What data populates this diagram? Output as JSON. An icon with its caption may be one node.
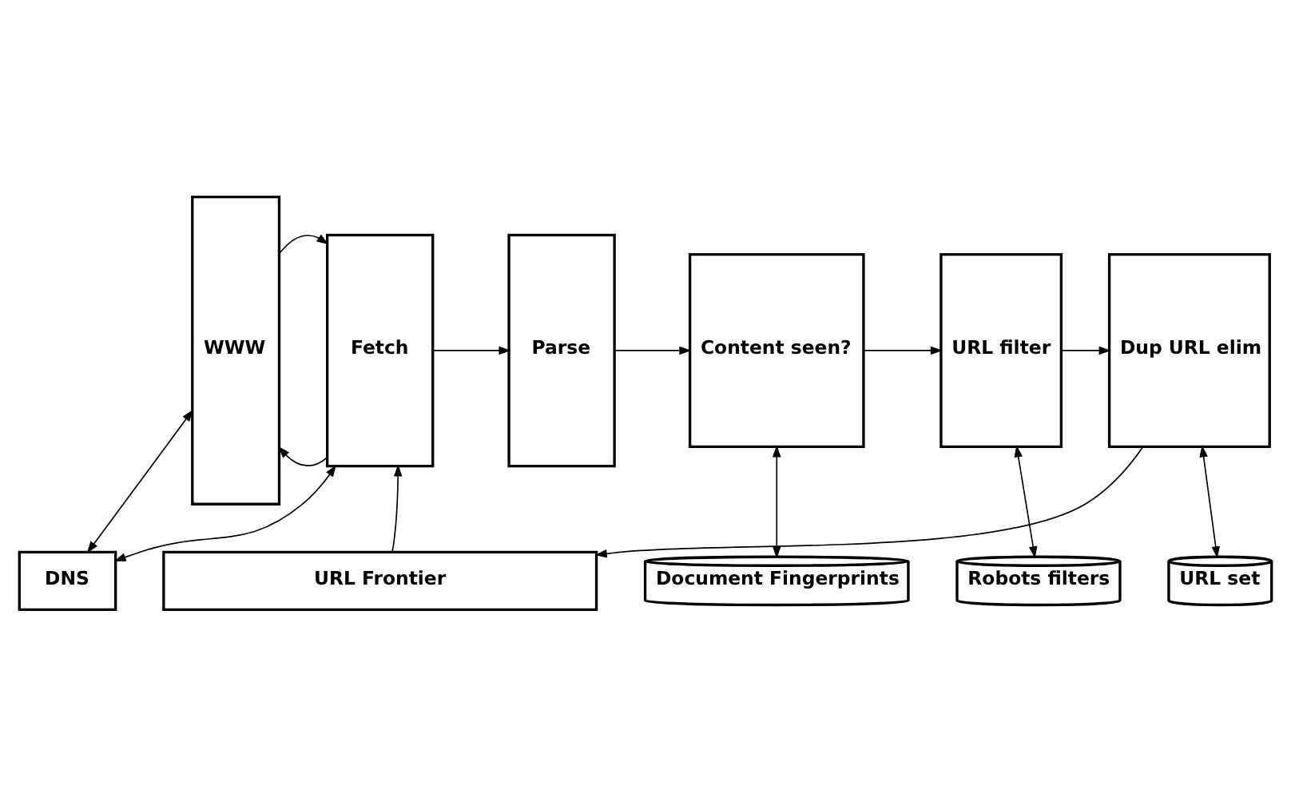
{
  "diagram": {
    "nodes": [
      {
        "text": [
          "WWW"
        ]
      },
      {
        "text": [
          "DNS"
        ]
      },
      {
        "text": [
          "Fetch"
        ]
      },
      {
        "text": [
          "Parse"
        ]
      },
      {
        "text": [
          "Document Fingerprints"
        ]
      },
      {
        "text": [
          "Robots filters"
        ]
      },
      {
        "text": [
          "URL set"
        ]
      },
      {
        "text": [
          "Content seen?"
        ]
      },
      {
        "text": [
          "URL filter"
        ]
      },
      {
        "text": [
          "Dup URL elim"
        ]
      },
      {
        "text": [
          "URL Frontier"
        ]
      }
    ],
    "edges": [
      {
        "from": 0,
        "to": 1,
        "arrow": "both"
      },
      {
        "from": 1,
        "to": 2,
        "arrow": "both"
      },
      {
        "from": 2,
        "to": 0,
        "arrow": "to"
      },
      {
        "from": 0,
        "to": 2,
        "arrow": "to"
      },
      {
        "from": 2,
        "to": 3,
        "arrow": "to"
      },
      {
        "from": 3,
        "to": 7,
        "arrow": "to"
      },
      {
        "from": 4,
        "to": 7,
        "arrow": "both"
      },
      {
        "from": 7,
        "to": 8,
        "arrow": "to"
      },
      {
        "from": 5,
        "to": 8,
        "arrow": "both"
      },
      {
        "from": 8,
        "to": 9,
        "arrow": "to"
      },
      {
        "from": 6,
        "to": 9,
        "arrow": "both"
      },
      {
        "from": 9,
        "to": 10,
        "arrow": "to"
      },
      {
        "from": 10,
        "to": 2,
        "arrow": "to"
      }
    ]
  }
}
